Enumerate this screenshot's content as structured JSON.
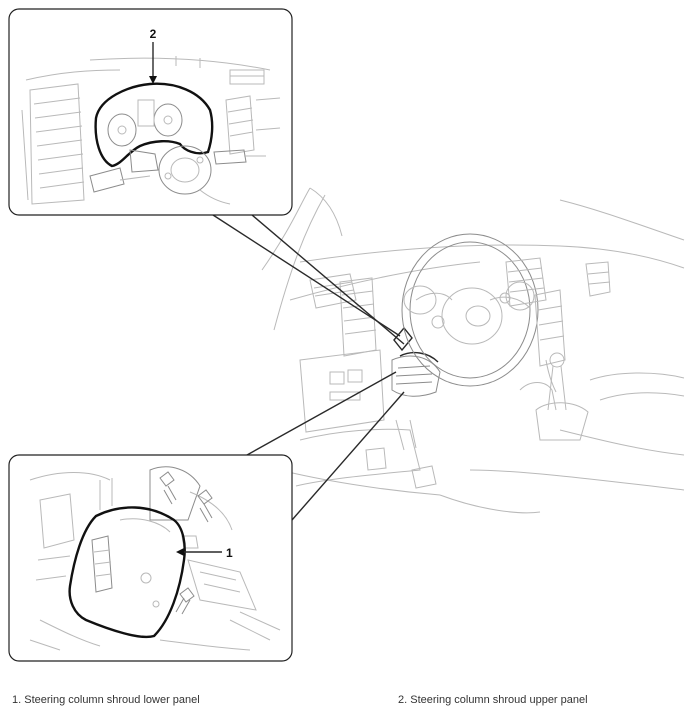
{
  "callouts": {
    "top_number": "2",
    "bottom_number": "1"
  },
  "captions": [
    {
      "number": "1.",
      "text": "1. Steering column shroud lower panel"
    },
    {
      "number": "2.",
      "text": "2. Steering column shroud upper panel"
    }
  ]
}
